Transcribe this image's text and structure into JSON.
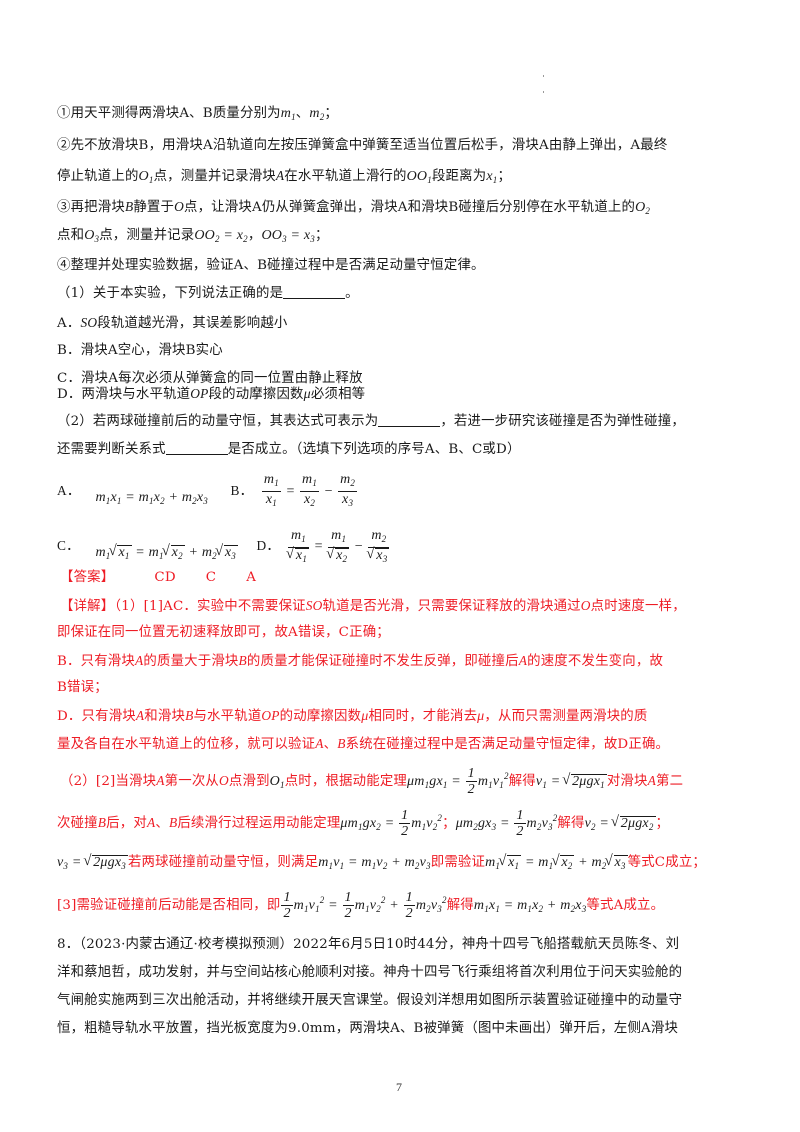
{
  "steps": {
    "s1": "①用天平测得两滑块A、B质量分别为",
    "s1_tail": "、",
    "s1_end": "；",
    "s2_l1": "②先不放滑块B，用滑块A沿轨道向左按压弹簧盒中弹簧至适当位置后松手，滑块A由静上弹出，A最终",
    "s2_l2a": "停止轨道上的",
    "s2_l2b": "点，测量并记录滑块",
    "s2_l2c": "在水平轨道上滑行的",
    "s2_l2d": "段距离为",
    "s2_l2e": "；",
    "s3_l1a": "③再把滑块",
    "s3_l1b": "静置于",
    "s3_l1c": "点，让滑块A仍从弹簧盒弹出，滑块A和滑块B碰撞后分别停在水平轨道上的",
    "s3_l2a": "点和",
    "s3_l2b": "点，测量并记录",
    "s3_l2c": "，",
    "s3_l2d": "；",
    "s4": "④整理并处理实验数据，验证A、B碰撞过程中是否满足动量守恒定律。"
  },
  "q1": {
    "stem_a": "（1）关于本实验，下列说法正确的是",
    "stem_b": "。",
    "options": [
      {
        "label": "A．",
        "text_a": "",
        "it": "SO",
        "text_b": "段轨道越光滑，其误差影响越小"
      },
      {
        "label": "B．",
        "text": "滑块A空心，滑块B实心"
      },
      {
        "label": "C．",
        "text": "滑块A每次必须从弹簧盒的同一位置由静止释放"
      },
      {
        "label": "D．",
        "text_a": "两滑块与水平轨道",
        "it": "OP",
        "text_b": "段的动摩擦因数",
        "mu": "μ",
        "text_c": "必须相等"
      }
    ]
  },
  "q2": {
    "l1a": "（2）若两球碰撞前后的动量守恒，其表达式可表示为",
    "l1b": "，若进一步研究该碰撞是否为弹性碰撞，",
    "l2a": "还需要判断关系式",
    "l2b": "是否成立。（选填下列选项的序号A、B、C或D）",
    "options": [
      "A．",
      "B．",
      "C．",
      "D．"
    ]
  },
  "answer": {
    "tag": "【答案】",
    "values": [
      "CD",
      "C",
      "A"
    ]
  },
  "explain": {
    "tag": "【详解】",
    "p1a": "（1）[1]AC．实验中不需要保证",
    "p1b": "轨道是否光滑，只需要保证释放的滑块通过",
    "p1c": "点时速度一样，",
    "p1_l2": "即保证在同一位置无初速释放即可，故A错误，C正确；",
    "pB_a": "B．只有滑块",
    "pB_b": "的质量大于滑块",
    "pB_c": "的质量才能保证碰撞时不发生反弹，即碰撞后",
    "pB_d": "的速度不发生变向，故",
    "pB_l2": "B错误；",
    "pD_a": "D．只有滑块",
    "pD_b": "和滑块",
    "pD_c": "与水平轨道",
    "pD_d": "的动摩擦因数",
    "pD_e": "相同时，才能消去",
    "pD_f": "，从而只需测量两滑块的质",
    "pD_l2a": "量及各自在水平轨道上的位移，就可以验证",
    "pD_l2b": "、",
    "pD_l2c": "系统在碰撞过程中是否满足动量守恒定律，故D正确。",
    "p2a": "（2）[2]当滑块",
    "p2b": "第一次从",
    "p2c": "点滑到",
    "p2d": "点时，根据动能定理",
    "p2e": "解得",
    "p2f": "对滑块",
    "p2g": "第二",
    "p3a": "次碰撞",
    "p3b": "后，对",
    "p3c": "、",
    "p3d": "后续滑行过程运用动能定理",
    "p3e": "；",
    "p3f": "解得",
    "p3g": "；",
    "p4a": "若两球碰撞前动量守恒，则满足",
    "p4b": "即需验证",
    "p4c": "等式C成立；",
    "p5a": "[3]需验证碰撞前后动能是否相同，即",
    "p5b": "解得",
    "p5c": "等式A成立。"
  },
  "q8": {
    "l1": "8．（2023·内蒙古通辽·校考模拟预测）2022年6月5日10时44分，神舟十四号飞船搭载航天员陈冬、刘",
    "l2": "洋和蔡旭哲，成功发射，并与空间站核心舱顺利对接。神舟十四号飞行乘组将首次利用位于问天实验舱的",
    "l3": "气闸舱实施两到三次出舱活动，并将继续开展天宫课堂。假设刘洋想用如图所示装置验证碰撞中的动量守",
    "l4": "恒，粗糙导轨水平放置，挡光板宽度为9.0mm，两滑块A、B被弹簧（图中未画出）弹开后，左侧A滑块"
  },
  "page_number": "7",
  "colors": {
    "text": "#1a1a1a",
    "answer_red": "#ee1c25"
  }
}
